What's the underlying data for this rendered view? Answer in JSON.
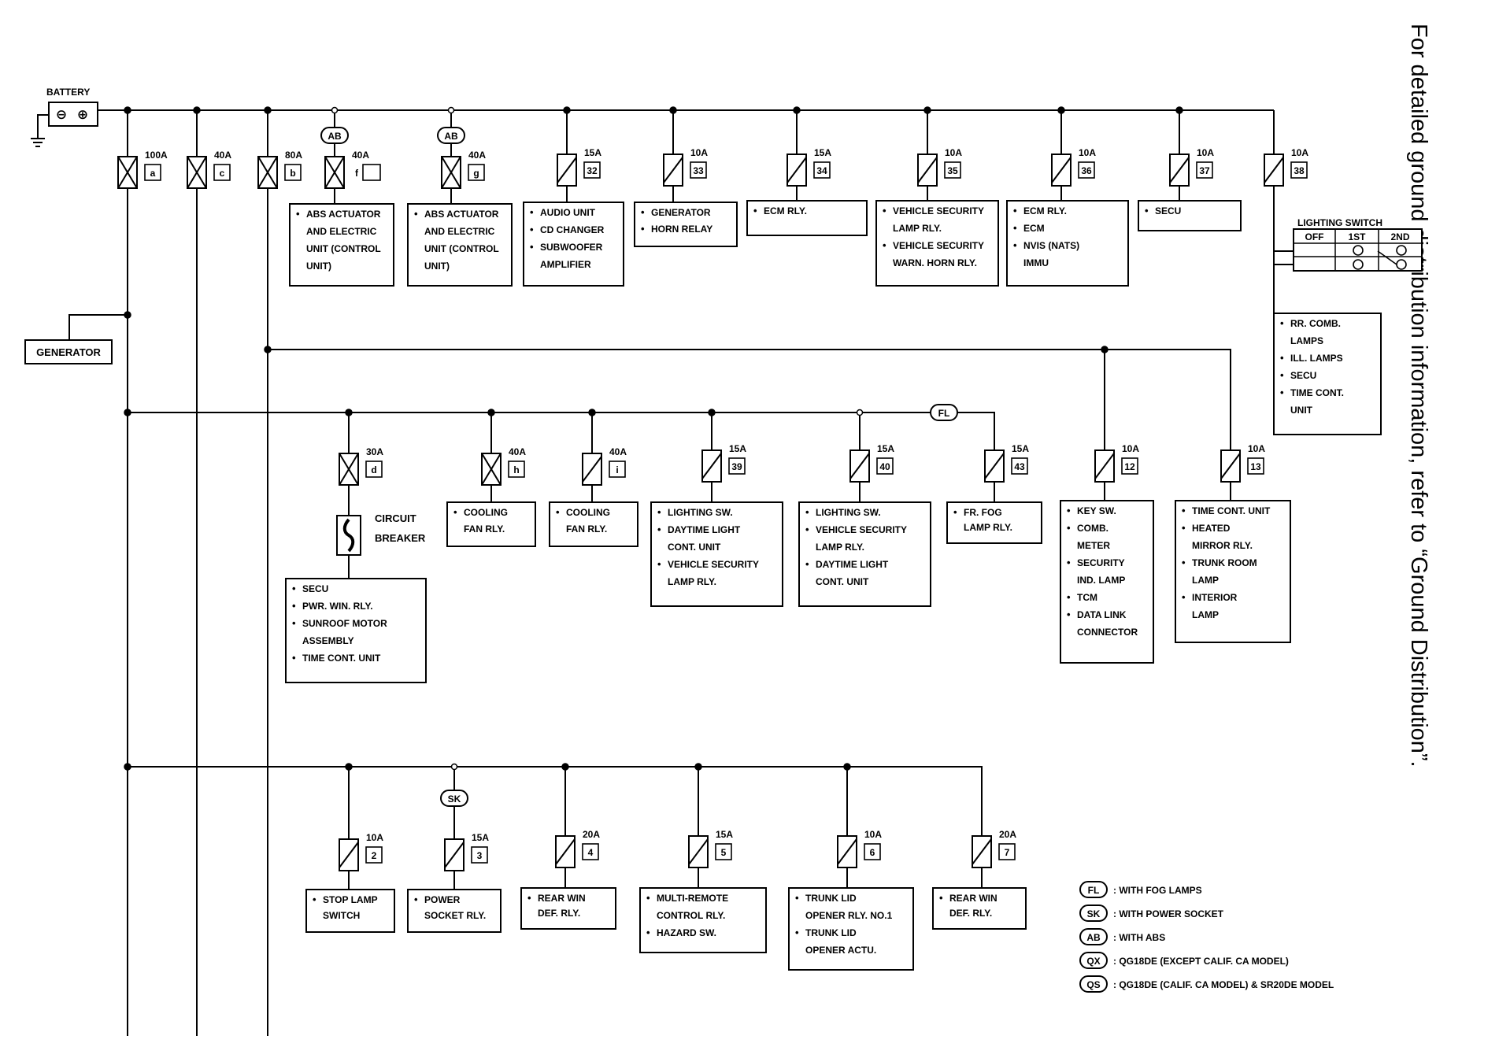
{
  "side_note": "For detailed ground distribution information, refer to “Ground Distribution”.",
  "battery": {
    "label": "BATTERY",
    "minus": "⊖",
    "plus": "⊕"
  },
  "generator": {
    "label": "GENERATOR"
  },
  "lighting_switch": {
    "title": "LIGHTING SWITCH",
    "columns": [
      "OFF",
      "1ST",
      "2ND"
    ]
  },
  "legend": [
    {
      "code": "FL",
      "text": ": WITH FOG LAMPS"
    },
    {
      "code": "SK",
      "text": ": WITH POWER SOCKET"
    },
    {
      "code": "AB",
      "text": ": WITH ABS"
    },
    {
      "code": "QX",
      "text": ": QG18DE (EXCEPT CALIF. CA MODEL)"
    },
    {
      "code": "QS",
      "text": ": QG18DE (CALIF. CA MODEL) & SR20DE MODEL"
    }
  ],
  "option_tags": {
    "ab1": "AB",
    "ab2": "AB",
    "fl": "FL",
    "sk": "SK"
  },
  "breaker": {
    "label_1": "CIRCUIT",
    "label_2": "BREAKER"
  },
  "fuses": [
    {
      "id": "a",
      "amps": "100A",
      "tag": "a"
    },
    {
      "id": "c",
      "amps": "40A",
      "tag": "c"
    },
    {
      "id": "b",
      "amps": "80A",
      "tag": "b"
    },
    {
      "id": "f",
      "amps": "40A",
      "tag": "f"
    },
    {
      "id": "g",
      "amps": "40A",
      "tag": "g"
    },
    {
      "id": "f32",
      "amps": "15A",
      "tag": "32"
    },
    {
      "id": "f33",
      "amps": "10A",
      "tag": "33"
    },
    {
      "id": "f34",
      "amps": "15A",
      "tag": "34"
    },
    {
      "id": "f35",
      "amps": "10A",
      "tag": "35"
    },
    {
      "id": "f36",
      "amps": "10A",
      "tag": "36"
    },
    {
      "id": "f37",
      "amps": "10A",
      "tag": "37"
    },
    {
      "id": "f38",
      "amps": "10A",
      "tag": "38"
    },
    {
      "id": "d",
      "amps": "30A",
      "tag": "d"
    },
    {
      "id": "h",
      "amps": "40A",
      "tag": "h"
    },
    {
      "id": "i",
      "amps": "40A",
      "tag": "i"
    },
    {
      "id": "f39",
      "amps": "15A",
      "tag": "39"
    },
    {
      "id": "f40",
      "amps": "15A",
      "tag": "40"
    },
    {
      "id": "f43",
      "amps": "15A",
      "tag": "43"
    },
    {
      "id": "f12",
      "amps": "10A",
      "tag": "12"
    },
    {
      "id": "f13",
      "amps": "10A",
      "tag": "13"
    },
    {
      "id": "f2",
      "amps": "10A",
      "tag": "2"
    },
    {
      "id": "f3",
      "amps": "15A",
      "tag": "3"
    },
    {
      "id": "f4",
      "amps": "20A",
      "tag": "4"
    },
    {
      "id": "f5",
      "amps": "15A",
      "tag": "5"
    },
    {
      "id": "f6",
      "amps": "10A",
      "tag": "6"
    },
    {
      "id": "f7",
      "amps": "20A",
      "tag": "7"
    }
  ],
  "boxes": [
    {
      "id": "f",
      "lines": [
        [
          "•",
          "ABS ACTUATOR"
        ],
        [
          "",
          "AND ELECTRIC"
        ],
        [
          "",
          "UNIT (CONTROL"
        ],
        [
          "",
          "UNIT)"
        ]
      ]
    },
    {
      "id": "g",
      "lines": [
        [
          "•",
          "ABS ACTUATOR"
        ],
        [
          "",
          "AND ELECTRIC"
        ],
        [
          "",
          "UNIT (CONTROL"
        ],
        [
          "",
          "UNIT)"
        ]
      ]
    },
    {
      "id": "f32",
      "lines": [
        [
          "•",
          "AUDIO UNIT"
        ],
        [
          "•",
          "CD CHANGER"
        ],
        [
          "•",
          "SUBWOOFER"
        ],
        [
          "",
          "AMPLIFIER"
        ]
      ]
    },
    {
      "id": "f33",
      "lines": [
        [
          "•",
          "GENERATOR"
        ],
        [
          "•",
          "HORN RELAY"
        ]
      ]
    },
    {
      "id": "f34",
      "lines": [
        [
          "•",
          "ECM RLY."
        ]
      ]
    },
    {
      "id": "f35",
      "lines": [
        [
          "•",
          "VEHICLE SECURITY"
        ],
        [
          "",
          "LAMP RLY."
        ],
        [
          "•",
          "VEHICLE SECURITY"
        ],
        [
          "",
          "WARN. HORN RLY."
        ]
      ]
    },
    {
      "id": "f36",
      "lines": [
        [
          "•",
          "ECM RLY."
        ],
        [
          "•",
          "ECM"
        ],
        [
          "•",
          "NVIS (NATS)"
        ],
        [
          "",
          "IMMU"
        ]
      ]
    },
    {
      "id": "f37",
      "lines": [
        [
          "•",
          "SECU"
        ]
      ]
    },
    {
      "id": "f38",
      "lines": [
        [
          "•",
          "RR. COMB."
        ],
        [
          "",
          "LAMPS"
        ],
        [
          "•",
          "ILL. LAMPS"
        ],
        [
          "•",
          "SECU"
        ],
        [
          "•",
          "TIME CONT."
        ],
        [
          "",
          "UNIT"
        ]
      ]
    },
    {
      "id": "d",
      "lines": [
        [
          "•",
          "SECU"
        ],
        [
          "•",
          "PWR. WIN. RLY."
        ],
        [
          "•",
          "SUNROOF MOTOR"
        ],
        [
          "",
          "ASSEMBLY"
        ],
        [
          "•",
          "TIME CONT. UNIT"
        ]
      ]
    },
    {
      "id": "h",
      "lines": [
        [
          "•",
          "COOLING"
        ],
        [
          "",
          "FAN RLY."
        ]
      ]
    },
    {
      "id": "i",
      "lines": [
        [
          "•",
          "COOLING"
        ],
        [
          "",
          "FAN RLY."
        ]
      ]
    },
    {
      "id": "f39",
      "lines": [
        [
          "•",
          "LIGHTING SW."
        ],
        [
          "•",
          "DAYTIME LIGHT"
        ],
        [
          "",
          "CONT. UNIT"
        ],
        [
          "•",
          "VEHICLE SECURITY"
        ],
        [
          "",
          "LAMP RLY."
        ]
      ]
    },
    {
      "id": "f40",
      "lines": [
        [
          "•",
          "LIGHTING SW."
        ],
        [
          "•",
          "VEHICLE SECURITY"
        ],
        [
          "",
          "LAMP RLY."
        ],
        [
          "•",
          "DAYTIME LIGHT"
        ],
        [
          "",
          "CONT. UNIT"
        ]
      ]
    },
    {
      "id": "f43",
      "lines": [
        [
          "•",
          "FR. FOG"
        ],
        [
          "",
          "LAMP RLY."
        ]
      ]
    },
    {
      "id": "f12",
      "lines": [
        [
          "•",
          "KEY SW."
        ],
        [
          "•",
          "COMB."
        ],
        [
          "",
          "METER"
        ],
        [
          "•",
          "SECURITY"
        ],
        [
          "",
          "IND. LAMP"
        ],
        [
          "•",
          "TCM"
        ],
        [
          "•",
          "DATA LINK"
        ],
        [
          "",
          "CONNECTOR"
        ]
      ]
    },
    {
      "id": "f13",
      "lines": [
        [
          "•",
          "TIME CONT. UNIT"
        ],
        [
          "•",
          "HEATED"
        ],
        [
          "",
          "MIRROR RLY."
        ],
        [
          "•",
          "TRUNK ROOM"
        ],
        [
          "",
          "LAMP"
        ],
        [
          "•",
          "INTERIOR"
        ],
        [
          "",
          "LAMP"
        ]
      ]
    },
    {
      "id": "f2",
      "lines": [
        [
          "•",
          "STOP LAMP"
        ],
        [
          "",
          "SWITCH"
        ]
      ]
    },
    {
      "id": "f3",
      "lines": [
        [
          "•",
          "POWER"
        ],
        [
          "",
          "SOCKET RLY."
        ]
      ]
    },
    {
      "id": "f4",
      "lines": [
        [
          "•",
          "REAR WIN"
        ],
        [
          "",
          "DEF. RLY."
        ]
      ]
    },
    {
      "id": "f5",
      "lines": [
        [
          "•",
          "MULTI-REMOTE"
        ],
        [
          "",
          "CONTROL RLY."
        ],
        [
          "•",
          "HAZARD SW."
        ]
      ]
    },
    {
      "id": "f6",
      "lines": [
        [
          "•",
          "TRUNK LID"
        ],
        [
          "",
          "OPENER RLY. NO.1"
        ],
        [
          "•",
          "TRUNK LID"
        ],
        [
          "",
          "OPENER ACTU."
        ]
      ]
    },
    {
      "id": "f7",
      "lines": [
        [
          "•",
          "REAR WIN"
        ],
        [
          "",
          "DEF. RLY."
        ]
      ]
    }
  ]
}
